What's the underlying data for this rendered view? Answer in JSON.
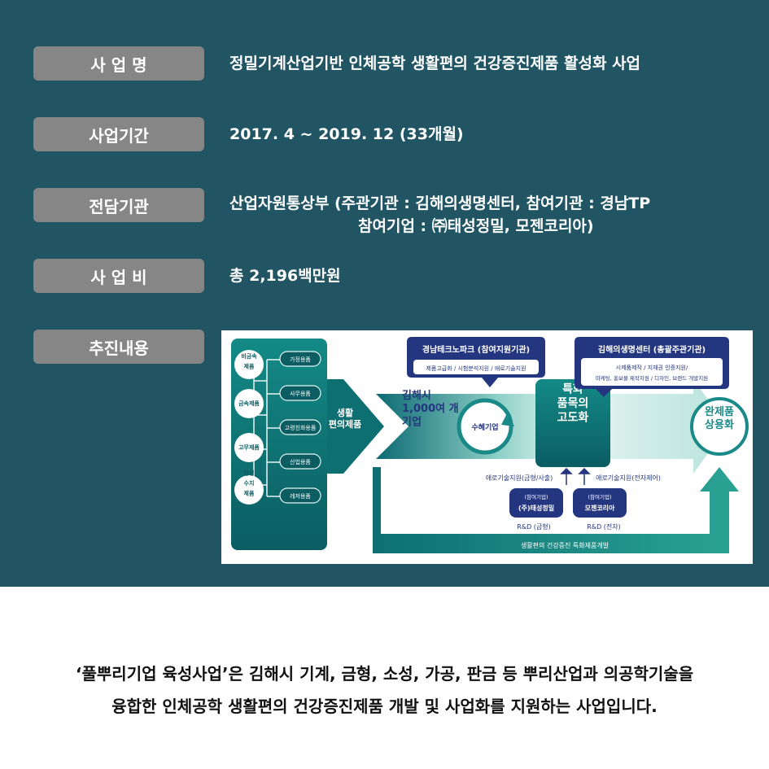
{
  "info": {
    "rows": [
      {
        "label": "사 업 명",
        "value": "정밀기계산업기반 인체공학 생활편의 건강증진제품 활성화 사업"
      },
      {
        "label": "사업기간",
        "value": "2017. 4 ~ 2019. 12 (33개월)"
      },
      {
        "label": "전담기관",
        "value": "산업자원통상부 (주관기관 : 김해의생명센터, 참여기관 : 경남TP",
        "value2": "참여기업 : ㈜태성정밀, 모젠코리아)"
      },
      {
        "label": "사 업 비",
        "value": "총 2,196백만원"
      },
      {
        "label": "추진내용"
      }
    ]
  },
  "diagram": {
    "materials": [
      "비금속\n제품",
      "금속제품",
      "고무제품",
      "합성\n수지\n제품"
    ],
    "uses": [
      "가정용품",
      "사무용품",
      "고령친화용품",
      "산업용품",
      "레저용품"
    ],
    "arrow_label": "생활\n편의제품",
    "companies": "김해시\n1,000여 개\n기업",
    "beneficiary": "수혜기업",
    "special": "특화\n품목의\n고도화",
    "result": "완제품\n상용화",
    "gntp_title": "경남테크노파크 (참여지원기관)",
    "gntp_desc": "제품고급화 / 시험분석지원 / 애로기술지원",
    "gimhae_title": "김해의생명센터 (총괄주관기관)",
    "gimhae_desc1": "시제품제작 / 지재권 인증지원/",
    "gimhae_desc2": "마케팅, 홍보물 제작지원 / 디자인, 브랜드 개발지원",
    "left_support": "애로기술지원(금형/사출)",
    "right_support": "애로기술지원(전자제어)",
    "left_company_tag": "(참여기업)",
    "left_company": "(주)태성정밀",
    "right_company_tag": "(참여기업)",
    "right_company": "모젠코리아",
    "left_rnd": "R&D (금형)",
    "right_rnd": "R&D (전자)",
    "bottom_label": "생활편의 건강증진 특화제품개발"
  },
  "footer": {
    "line1": "‘풀뿌리기업 육성사업’은 김해시 기계, 금형, 소성, 가공, 판금 등 뿌리산업과 의공학기술을",
    "line2": "융합한 인체공학 생활편의 건강증진제품 개발 및 사업화를  지원하는 사업입니다."
  },
  "colors": {
    "panel": "#215564",
    "label_box": "#868686",
    "teal_dark": "#0e6f72",
    "teal_light": "#2aa394",
    "navy": "#24367f"
  }
}
